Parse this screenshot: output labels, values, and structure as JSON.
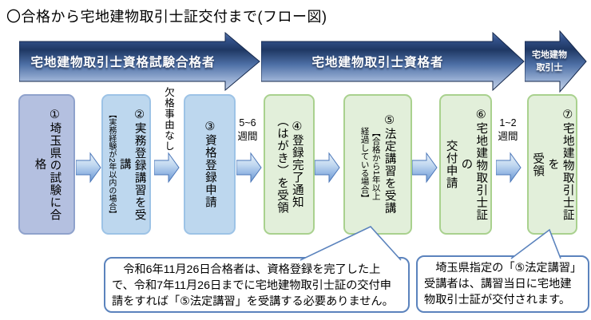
{
  "title": "〇合格から宅地建物取引士証交付まで(フロー図)",
  "banner_arrows": [
    {
      "label": "宅地建物取引士資格試験合格者"
    },
    {
      "label": "宅地建物取引士資格者"
    },
    {
      "label": "宅地建物\n取引士"
    }
  ],
  "steps": [
    {
      "main": "①埼玉県の試験に合格",
      "sub": ""
    },
    {
      "main": "②実務登録講習を受講",
      "sub": "【実務経験が2年以内の場合】"
    },
    {
      "main": "③資格登録申請",
      "sub": ""
    },
    {
      "main": "④登録完了通知\n（はがき）を受領",
      "sub": ""
    },
    {
      "main": "⑤法定講習を受講",
      "sub": "【合格から1年以上\n経過している場合】"
    },
    {
      "main": "⑥宅地建物取引士証の\n交付申請",
      "sub": ""
    },
    {
      "main": "⑦宅地建物取引士証を\n受領",
      "sub": ""
    }
  ],
  "connector_labels": {
    "no_disqualification": "欠格事由なし",
    "weeks_5_6": "5~6\n週間",
    "weeks_1_2": "1~2\n週間"
  },
  "callouts": [
    {
      "text": "　令和6年11月26日合格者は、資格登録を完了した上で、令和7年11月26日までに宅地建物取引士証の交付申請をすれば「⑤法定講習」を受講する必要ありません。"
    },
    {
      "text": "　埼玉県指定の「⑤法定講習」受講者は、講習当日に宅地建物取引士証が交付されます。"
    }
  ],
  "colors": {
    "banner-navy": "#1f3864",
    "box-blue-fill": "#bdd7ee",
    "box-blue-border": "#9dc3e6",
    "box-periwinkle-fill": "#b4c0e0",
    "box-periwinkle-border": "#8fa2cc",
    "box-green-fill": "#e2efda",
    "box-green-border": "#a9d18e",
    "callout-border": "#5b83bd",
    "text": "#000000"
  }
}
